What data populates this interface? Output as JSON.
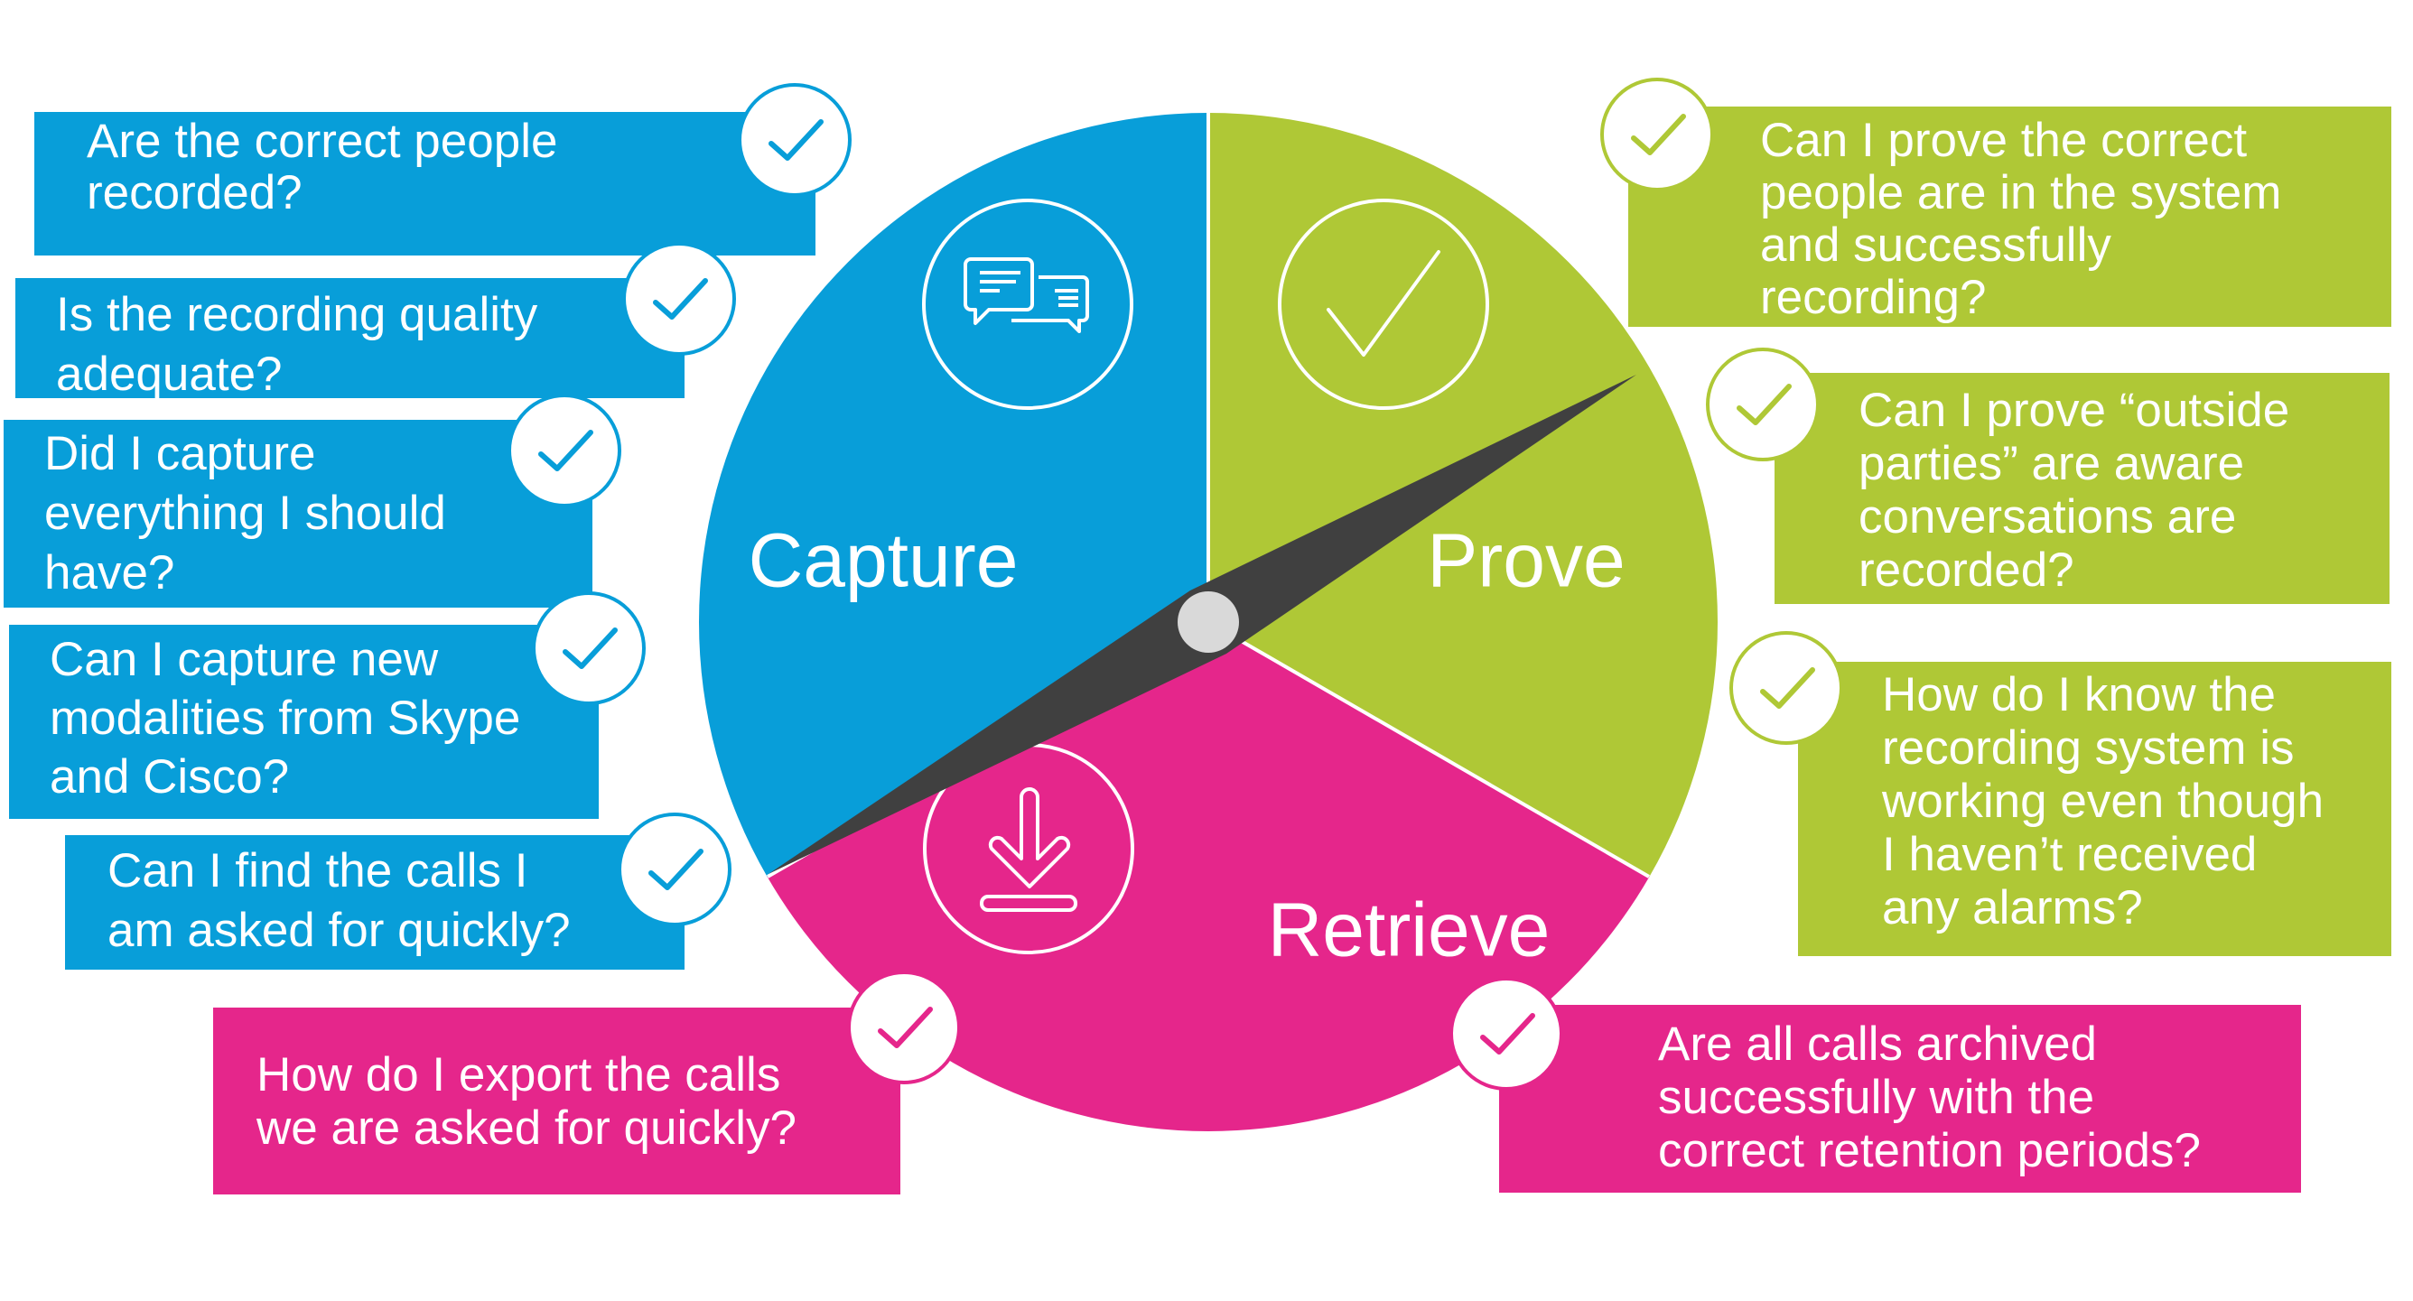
{
  "colors": {
    "capture": "#089ed9",
    "prove": "#afc836",
    "retrieve": "#e5268b",
    "needle": "#404040",
    "hub": "#d9d9d9"
  },
  "wheel": {
    "segments": [
      {
        "label": "Capture",
        "icon": "chat-bubbles-icon"
      },
      {
        "label": "Prove",
        "icon": "checkmark-icon"
      },
      {
        "label": "Retrieve",
        "icon": "download-icon"
      }
    ]
  },
  "questions": {
    "capture": [
      "Are the correct people\nrecorded?",
      "Is the recording quality\nadequate?",
      "Did I capture\neverything I should\nhave?",
      "Can I capture new\nmodalities from Skype\nand Cisco?",
      "Can I find the calls I\nam asked for quickly?"
    ],
    "retrieve": [
      "How do I export the calls\nwe are asked for quickly?",
      "Are all calls archived\nsuccessfully with the\ncorrect retention periods?"
    ],
    "prove": [
      "Can I prove the correct\npeople are in the system\nand successfully\nrecording?",
      "Can I prove “outside\nparties” are aware\nconversations are\nrecorded?",
      "How do I know the\nrecording system is\nworking even though\nI haven’t received\nany alarms?"
    ]
  }
}
